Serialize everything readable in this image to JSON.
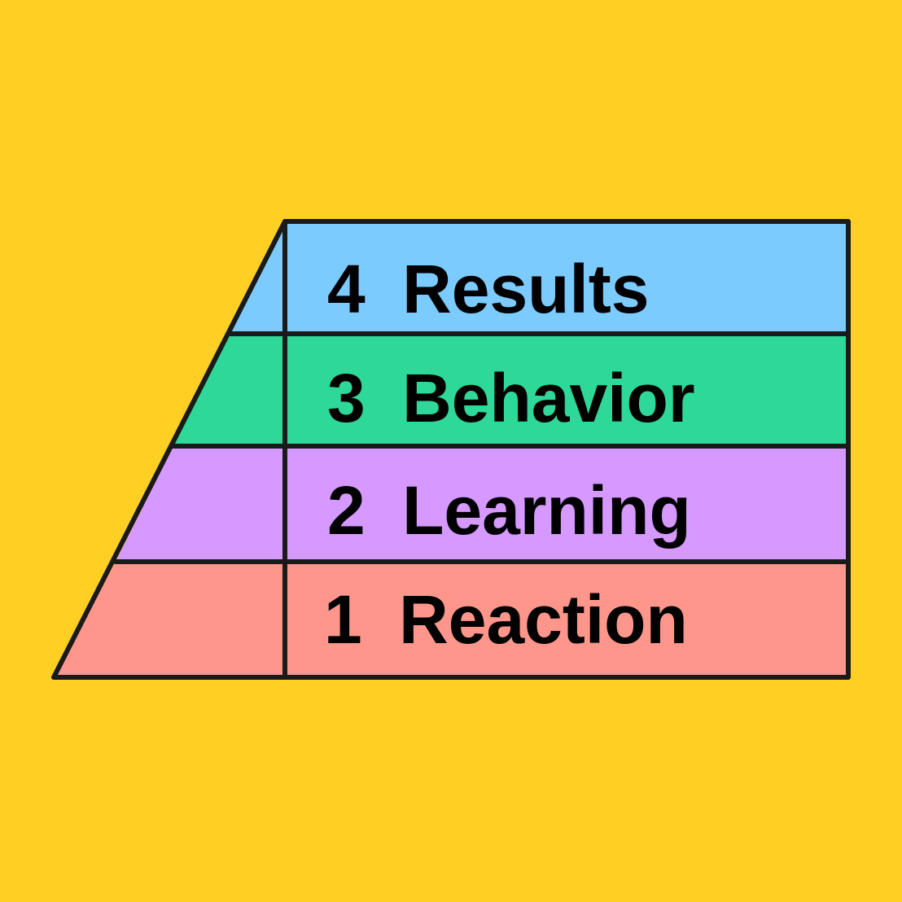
{
  "background_color": "#FFCF24",
  "outline_color": "#1A1A1A",
  "levels": [
    {
      "number": "4",
      "name": "Results",
      "color": "#7CCBFF"
    },
    {
      "number": "3",
      "name": "Behavior",
      "color": "#2ED898"
    },
    {
      "number": "2",
      "name": "Learning",
      "color": "#D699FF"
    },
    {
      "number": "1",
      "name": "Reaction",
      "color": "#FF968C"
    }
  ]
}
